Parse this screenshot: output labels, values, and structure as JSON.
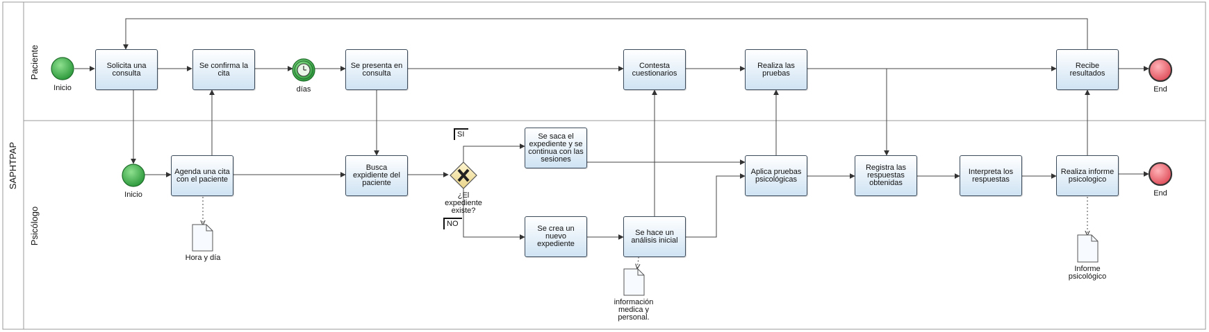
{
  "pool": {
    "name": "SAPHTPAP"
  },
  "lanes": {
    "paciente": "Paciente",
    "psicologo": "Psicólogo"
  },
  "events": {
    "start_paciente": "Inicio",
    "timer": "días",
    "end_paciente": "End",
    "start_psicologo": "Inicio",
    "end_psicologo": "End"
  },
  "tasks": {
    "solicita": "Solicita una consulta",
    "confirma": "Se confirma la cita",
    "presenta": "Se presenta en consulta",
    "contesta": "Contesta cuestionarios",
    "realiza_pruebas": "Realiza las pruebas",
    "recibe": "Recibe resultados",
    "agenda": "Agenda una cita con el paciente",
    "busca": "Busca expidiente del paciente",
    "saca": "Se saca el expediente y se continua con las sesiones",
    "nuevo": "Se crea un nuevo expediente",
    "analisis": "Se hace un análisis inicial",
    "aplica": "Aplica pruebas psicológicas",
    "registra": "Registra las respuestas obtenidas",
    "interpreta": "Interpreta los respuestas",
    "informe": "Realiza informe psicologico"
  },
  "gateway": {
    "question": "¿El expediente existe?",
    "yes": "SI",
    "no": "NO"
  },
  "artifacts": {
    "hora_dia": "Hora y día",
    "info_medica": "información medica y personal.",
    "informe_psico": "Informe psicológico"
  },
  "colors": {
    "start": "#3aa84a",
    "end": "#e0606a",
    "task_fill": "#d6e7f5",
    "gateway_fill": "#f5e6a8",
    "line": "#444444"
  }
}
